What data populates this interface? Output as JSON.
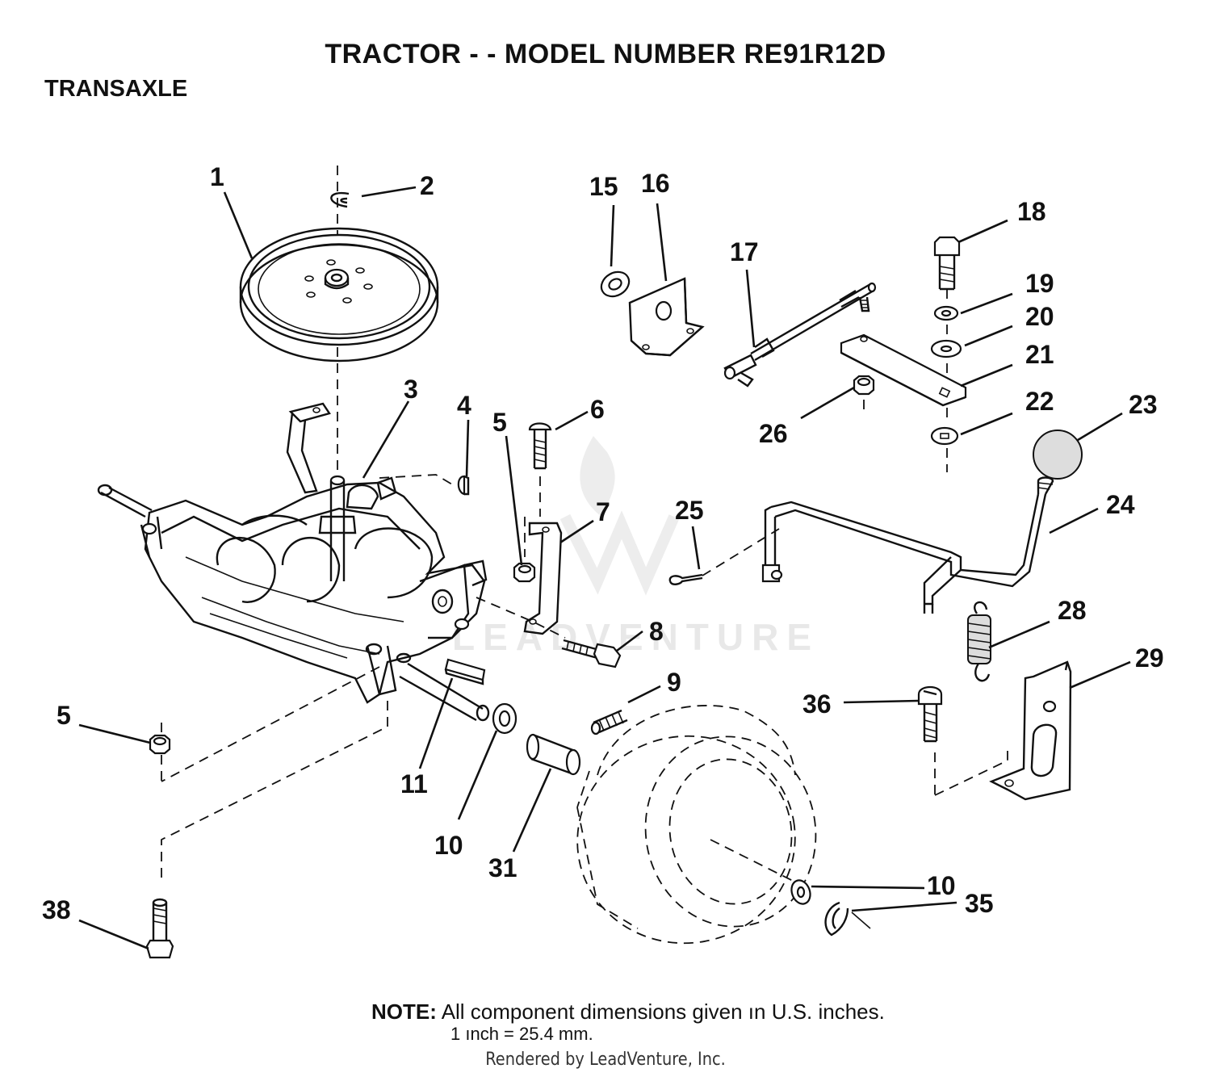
{
  "header": {
    "title": "TRACTOR - - MODEL NUMBER RE91R12D",
    "section": "TRANSAXLE"
  },
  "callouts": {
    "c1": "1",
    "c2": "2",
    "c3": "3",
    "c4": "4",
    "c5a": "5",
    "c5b": "5",
    "c6": "6",
    "c7": "7",
    "c8": "8",
    "c9": "9",
    "c10a": "10",
    "c10b": "10",
    "c11": "11",
    "c15": "15",
    "c16": "16",
    "c17": "17",
    "c18": "18",
    "c19": "19",
    "c20": "20",
    "c21": "21",
    "c22": "22",
    "c23": "23",
    "c24": "24",
    "c25": "25",
    "c26": "26",
    "c28": "28",
    "c29": "29",
    "c31": "31",
    "c35": "35",
    "c36": "36",
    "c38": "38"
  },
  "note": {
    "label": "NOTE:",
    "line1": "All component dimensions given ın U.S. inches.",
    "line2": "1 ınch = 25.4 mm."
  },
  "watermark": "LEADVENTURE",
  "footer": "Rendered by LeadVenture, Inc."
}
